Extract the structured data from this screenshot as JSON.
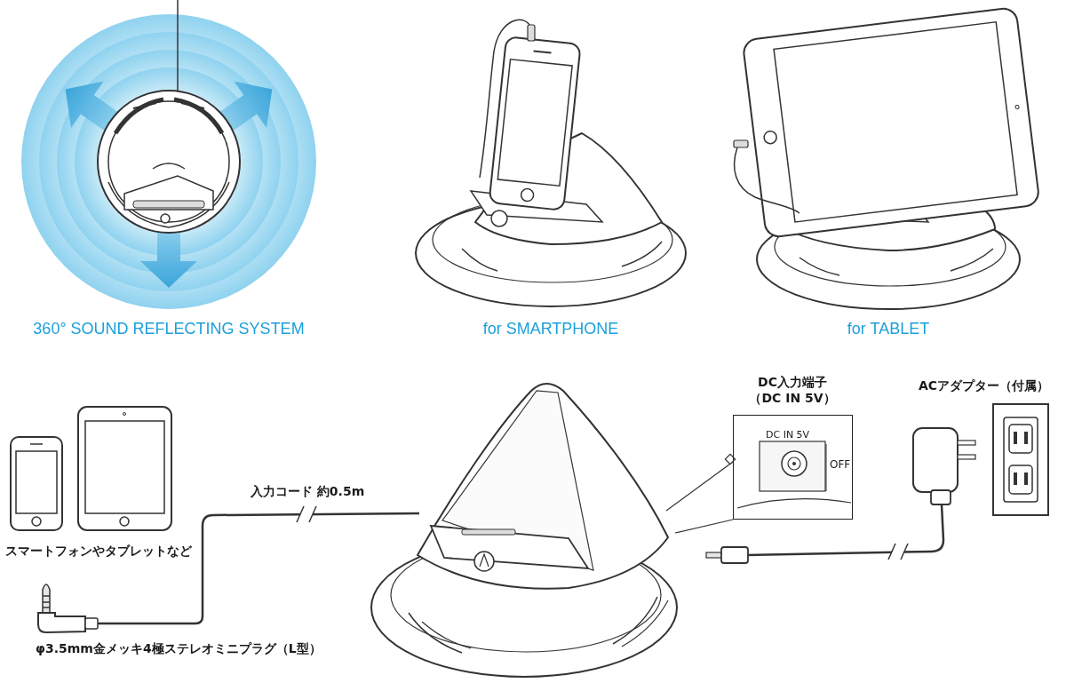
{
  "diagram": {
    "nodes": [
      {
        "text": [
          "DC入力端子 （DC IN 5V）",
          "DC IN 5V",
          "OFF"
        ]
      }
    ],
    "labels": [
      "360° SOUND REFLECTING SYSTEM",
      "for SMARTPHONE",
      "for TABLET",
      "入力コード 約0.5m",
      "スマートフォンやタブレットなど",
      "φ3.5mm金メッキ4極ステレオミニプラグ（L型）",
      "ACアダプター（付属）"
    ]
  }
}
